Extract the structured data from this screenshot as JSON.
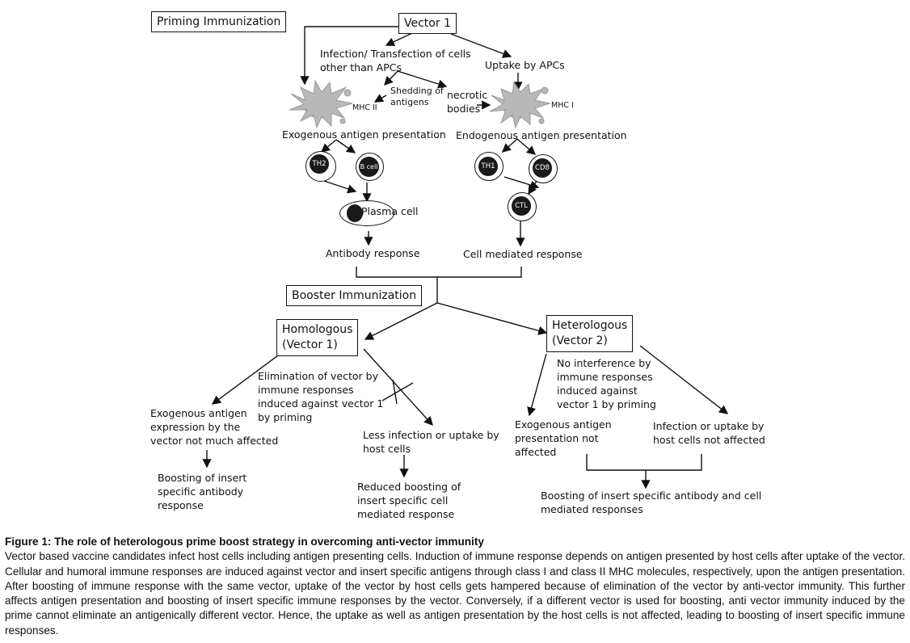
{
  "diagram": {
    "priming_box": "Priming Immunization",
    "vector1_box": "Vector 1",
    "infection_label": "Infection/ Transfection of cells\nother than APCs",
    "uptake_label": "Uptake by APCs",
    "shedding_label": "Shedding of\nantigens",
    "necrotic_label": "necrotic\nbodies",
    "mhc2_label": "MHC II",
    "mhc1_label": "MHC I",
    "exogenous_pres": "Exogenous antigen presentation",
    "endogenous_pres": "Endogenous antigen presentation",
    "th2": "TH2",
    "bcell": "B cell",
    "th1": "TH1",
    "cd8": "CD8",
    "ctl": "CTL",
    "plasma_cell": "Plasma cell",
    "antibody_response": "Antibody response",
    "cell_mediated_response": "Cell mediated response",
    "booster_box": "Booster Immunization",
    "homologous_box": "Homologous\n(Vector 1)",
    "heterologous_box": "Heterologous\n(Vector 2)",
    "elimination_label": "Elimination of vector by\nimmune responses\ninduced against vector 1\nby priming",
    "no_interference_label": "No interference by\nimmune responses\ninduced against\nvector 1 by priming",
    "exo_expression_label": "Exogenous antigen\nexpression by the\nvector not much affected",
    "less_infection_label": "Less infection or uptake by\nhost cells",
    "exo_presentation_label": "Exogenous antigen\npresentation not\naffected",
    "infection_not_affected_label": "Infection or uptake by\nhost cells not affected",
    "boost_antibody_label": "Boosting of insert\nspecific antibody\nresponse",
    "reduced_boost_label": "Reduced boosting of\ninsert specific cell\nmediated response",
    "boost_both_label": "Boosting of insert specific antibody and cell\nmediated responses"
  },
  "caption": {
    "title": "Figure 1: The role of heterologous prime boost strategy in overcoming anti-vector immunity",
    "body": "Vector based vaccine candidates infect host cells including antigen presenting cells. Induction of immune response depends on antigen presented by host cells after uptake of the vector. Cellular and humoral immune responses are induced against vector and insert specific antigens through class I and class II MHC molecules, respectively, upon the antigen presentation. After boosting of immune response with the same vector, uptake of the vector by host cells gets hampered because of elimination of the vector by anti-vector immunity. This further affects antigen presentation and boosting of insert specific immune responses by the vector. Conversely, if a different vector is used for boosting, anti vector immunity induced by the prime cannot eliminate an antigenically different vector. Hence, the uptake as well as antigen presentation by the host cells is not affected, leading to boosting of insert specific immune responses."
  }
}
